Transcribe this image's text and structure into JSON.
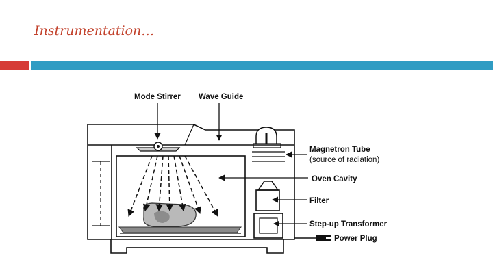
{
  "slide": {
    "title": "Instrumentation…",
    "colors": {
      "title": "#c2412b",
      "accent_red": "#d63b36",
      "accent_blue": "#2f9cc3"
    }
  },
  "diagram": {
    "labels": {
      "mode_stirrer": "Mode Stirrer",
      "wave_guide": "Wave Guide",
      "magnetron_tube": "Magnetron Tube",
      "magnetron_sub": "(source of radiation)",
      "oven_cavity": "Oven Cavity",
      "filter": "Filter",
      "step_up_transformer": "Step-up Transformer",
      "power_plug": "Power Plug"
    }
  }
}
